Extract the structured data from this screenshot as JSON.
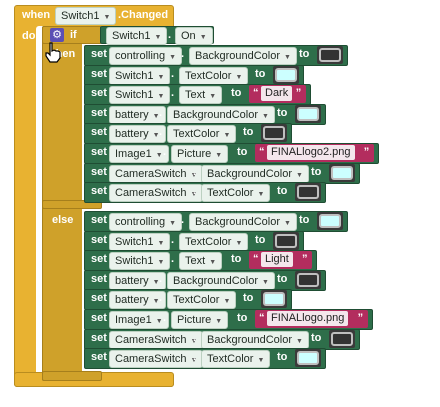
{
  "event": {
    "when": "when",
    "component": "Switch1",
    "event_name": ".Changed",
    "do": "do"
  },
  "if_block": {
    "if": "if",
    "then": "then",
    "else": "else",
    "subject": "Switch1",
    "property": "On",
    "gear_icon": "gear-icon"
  },
  "keywords": {
    "set": "set",
    "to": "to",
    "dot": "."
  },
  "colors": {
    "dark": "#333333",
    "light": "#ccffff",
    "event_block": "#e8b231",
    "set_block": "#2e6e4a",
    "text_block": "#b32d5e"
  },
  "then_rows": [
    {
      "component": "controlling",
      "property": "BackgroundColor",
      "value_type": "color",
      "color": "#333333"
    },
    {
      "component": "Switch1",
      "property": "TextColor",
      "value_type": "color",
      "color": "#ccffff"
    },
    {
      "component": "Switch1",
      "property": "Text",
      "value_type": "text",
      "text": "Dark"
    },
    {
      "component": "battery",
      "property": "BackgroundColor",
      "value_type": "color",
      "color": "#ccffff"
    },
    {
      "component": "battery",
      "property": "TextColor",
      "value_type": "color",
      "color": "#333333"
    },
    {
      "component": "Image1",
      "property": "Picture",
      "value_type": "text",
      "text": "FINALlogo2.png"
    },
    {
      "component": "CameraSwitch",
      "property": "BackgroundColor",
      "value_type": "color",
      "color": "#ccffff"
    },
    {
      "component": "CameraSwitch",
      "property": "TextColor",
      "value_type": "color",
      "color": "#333333"
    }
  ],
  "else_rows": [
    {
      "component": "controlling",
      "property": "BackgroundColor",
      "value_type": "color",
      "color": "#ccffff"
    },
    {
      "component": "Switch1",
      "property": "TextColor",
      "value_type": "color",
      "color": "#333333"
    },
    {
      "component": "Switch1",
      "property": "Text",
      "value_type": "text",
      "text": "Light"
    },
    {
      "component": "battery",
      "property": "BackgroundColor",
      "value_type": "color",
      "color": "#333333"
    },
    {
      "component": "battery",
      "property": "TextColor",
      "value_type": "color",
      "color": "#ccffff"
    },
    {
      "component": "Image1",
      "property": "Picture",
      "value_type": "text",
      "text": "FINALlogo.png"
    },
    {
      "component": "CameraSwitch",
      "property": "BackgroundColor",
      "value_type": "color",
      "color": "#333333"
    },
    {
      "component": "CameraSwitch",
      "property": "TextColor",
      "value_type": "color",
      "color": "#ccffff"
    }
  ],
  "cursor_icon": "hand-pointer-icon"
}
